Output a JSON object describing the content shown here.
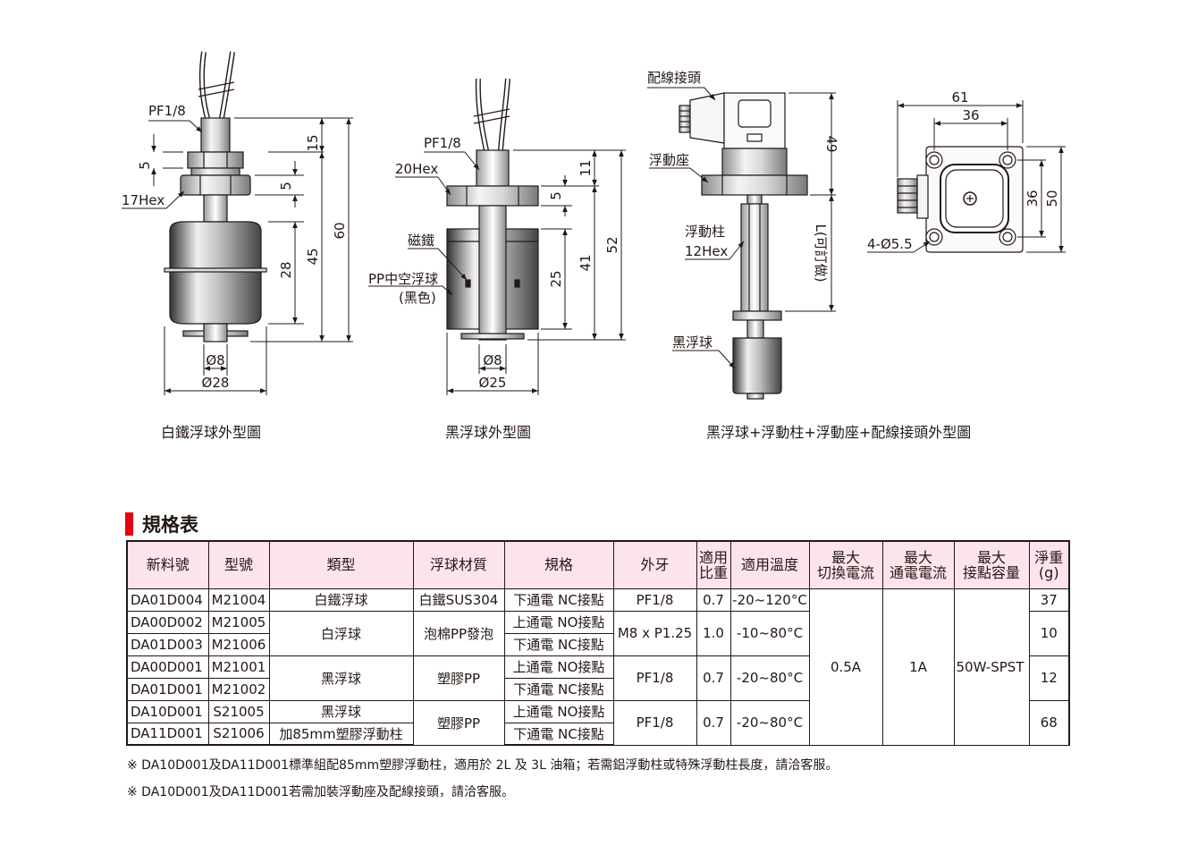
{
  "drawings": {
    "fig1": {
      "caption": "白鐵浮球外型圖",
      "labels": {
        "thread": "PF1/8",
        "nut": "17Hex",
        "dim_5a": "5",
        "dim_15": "15",
        "dim_5b": "5",
        "dim_60": "60",
        "dim_28": "28",
        "dim_45": "45",
        "dia_8": "Ø8",
        "dia_28": "Ø28"
      }
    },
    "fig2": {
      "caption": "黑浮球外型圖",
      "labels": {
        "thread": "PF1/8",
        "nut": "20Hex",
        "magnet": "磁鐵",
        "float_line1": "PP中空浮球",
        "float_line2": "(黑色)",
        "dim_11": "11",
        "dim_5": "5",
        "dim_25": "25",
        "dim_41": "41",
        "dim_52": "52",
        "dia_8": "Ø8",
        "dia_25": "Ø25"
      }
    },
    "fig3": {
      "caption": "黑浮球+浮動柱+浮動座+配線接頭外型圖",
      "labels": {
        "connector": "配線接頭",
        "seat": "浮動座",
        "column_line1": "浮動柱",
        "column_line2": "12Hex",
        "ball": "黑浮球",
        "dim_49": "49",
        "dim_L": "L(可訂做)",
        "dim_61": "61",
        "dim_36a": "36",
        "dim_36b": "36",
        "dim_50": "50",
        "holes": "4-Ø5.5"
      }
    }
  },
  "section": {
    "title": "規格表"
  },
  "table": {
    "headers": {
      "part_no": "新料號",
      "model": "型號",
      "type": "類型",
      "material": "浮球材質",
      "spec": "規格",
      "thread": "外牙",
      "gravity_l1": "適用",
      "gravity_l2": "比重",
      "temp": "適用溫度",
      "switch_l1": "最大",
      "switch_l2": "切換電流",
      "carry_l1": "最大",
      "carry_l2": "通電電流",
      "power_l1": "最大",
      "power_l2": "接點容量",
      "weight_l1": "淨重",
      "weight_l2": "(g)"
    },
    "rows": [
      {
        "part_no": "DA01D004",
        "model": "M21004",
        "type": "白鐵浮球",
        "material": "白鐵SUS304",
        "spec": "下通電 NC接點",
        "thread": "PF1/8",
        "gravity": "0.7",
        "temp": "-20~120°C",
        "switch": "0.5A",
        "carry": "1A",
        "power": "50W-SPST",
        "weight": "37"
      },
      {
        "part_no": "DA00D002",
        "model": "M21005",
        "type": "白浮球",
        "material": "泡棉PP發泡",
        "spec": "上通電 NO接點",
        "thread": "M8 x P1.25",
        "gravity": "1.0",
        "temp": "-10~80°C",
        "weight": "10"
      },
      {
        "part_no": "DA01D003",
        "model": "M21006",
        "spec": "下通電 NC接點"
      },
      {
        "part_no": "DA00D001",
        "model": "M21001",
        "type": "黑浮球",
        "material": "塑膠PP",
        "spec": "上通電 NO接點",
        "thread": "PF1/8",
        "gravity": "0.7",
        "temp": "-20~80°C",
        "weight": "12"
      },
      {
        "part_no": "DA01D001",
        "model": "M21002",
        "spec": "下通電 NC接點"
      },
      {
        "part_no": "DA10D001",
        "model": "S21005",
        "type": "黑浮球",
        "material": "塑膠PP",
        "spec": "上通電 NO接點",
        "thread": "PF1/8",
        "gravity": "0.7",
        "temp": "-20~80°C",
        "weight": "68"
      },
      {
        "part_no": "DA11D001",
        "model": "S21006",
        "type": "加85mm塑膠浮動柱",
        "spec": "下通電 NC接點"
      }
    ]
  },
  "notes": [
    "※ DA10D001及DA11D001標準組配85mm塑膠浮動柱，適用於 2L 及 3L 油箱；若需鋁浮動柱或特殊浮動柱長度，請洽客服。",
    "※ DA10D001及DA11D001若需加裝浮動座及配線接頭，請洽客服。"
  ]
}
